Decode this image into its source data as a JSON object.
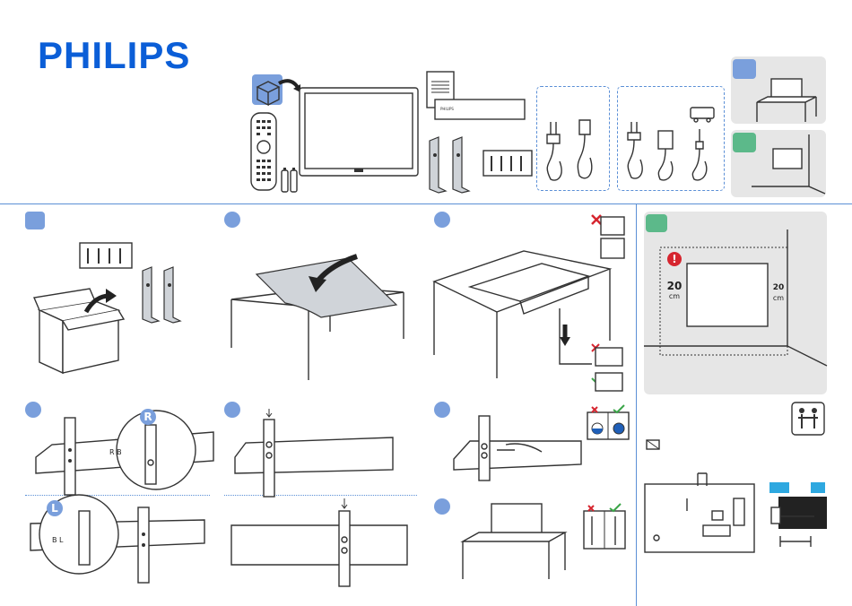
{
  "brand": {
    "logo_text": "PHILIPS",
    "color": "#0b5ed7"
  },
  "labels": {
    "wall_side": "R",
    "wall_side_alt": "L",
    "stand_marks": "R  B",
    "stand_marks_alt": "B  L",
    "distance_value_left": "20",
    "distance_value_right": "20",
    "distance_unit": "cm",
    "warning_mark": "!"
  },
  "colors": {
    "accent_blue": "#7a9fdc",
    "accent_green": "#5cb98a",
    "cross": "#d6252f",
    "check": "#3aa548",
    "rule": "#5b8fd6"
  }
}
